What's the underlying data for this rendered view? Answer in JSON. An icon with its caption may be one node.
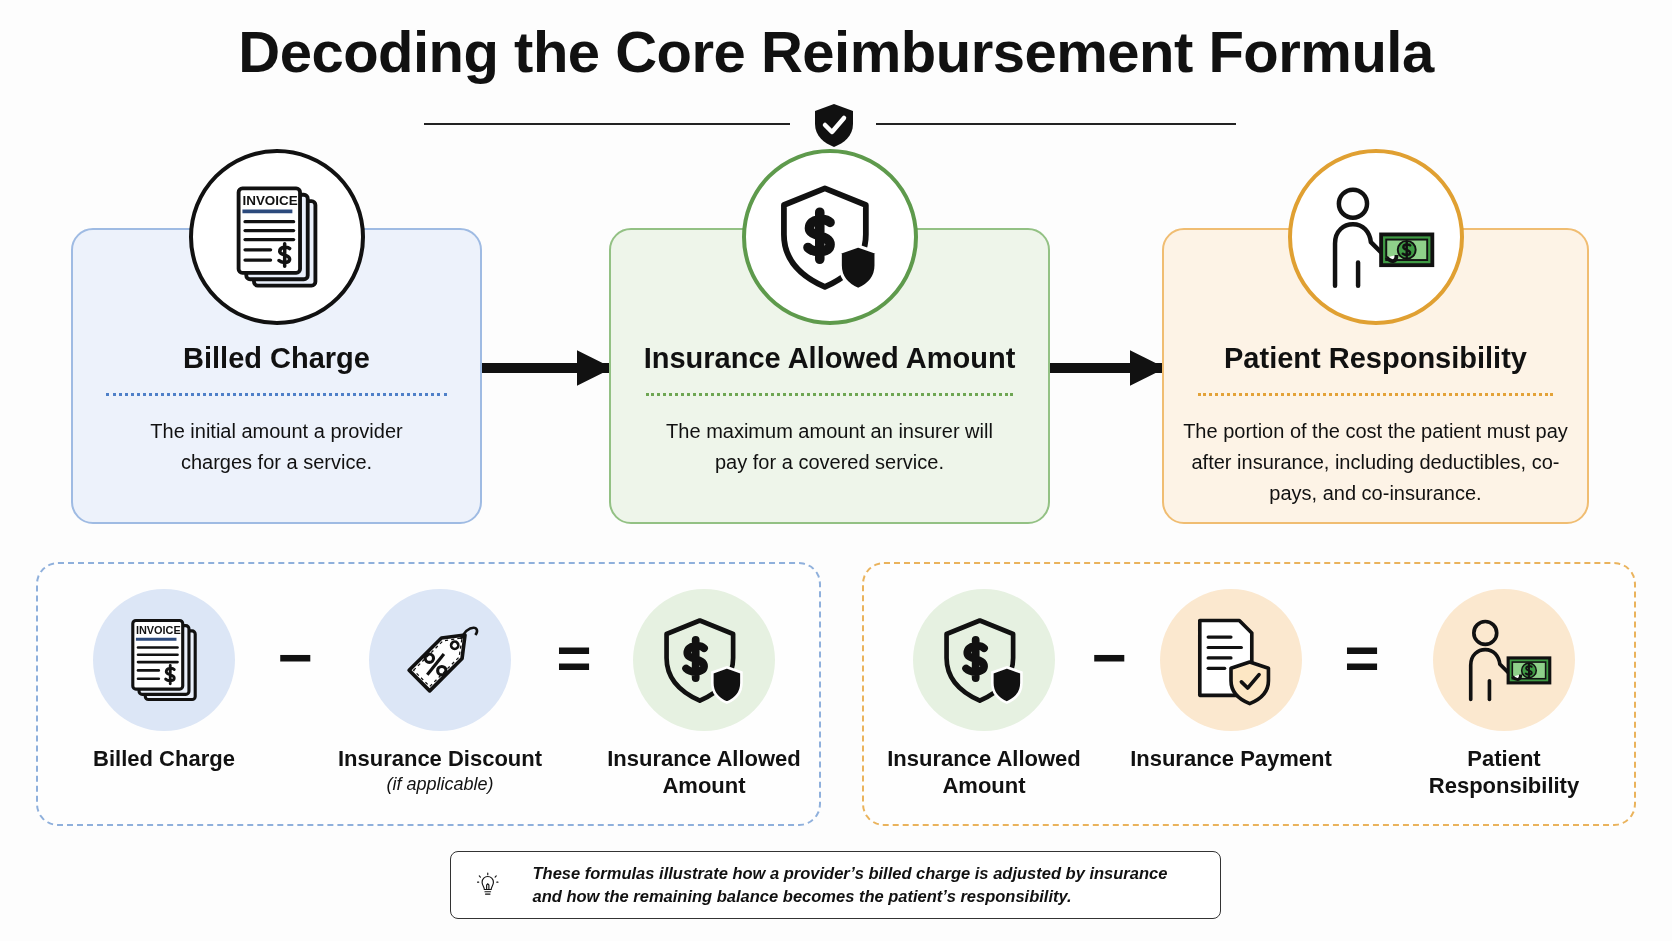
{
  "diagram": {
    "title": "Decoding the Core Reimbursement Formula",
    "nodes": [
      {
        "text": [
          "Billed Charge",
          "The initial amount a provider charges for a service."
        ]
      },
      {
        "text": [
          "Insurance Allowed Amount",
          "The maximum amount an insurer will pay for a covered service."
        ]
      },
      {
        "text": [
          "Patient Responsibility",
          "The portion of the cost the patient must pay after insurance, including deductibles, co-pays, and co-insurance."
        ]
      },
      {
        "text": [],
        "shape": "box"
      },
      {
        "text": [
          "Billed Charge"
        ],
        "in": 3
      },
      {
        "text": [
          "Insurance Discount",
          "(if applicable)"
        ],
        "in": 3
      },
      {
        "text": [
          "Insurance Allowed Amount"
        ],
        "in": 3
      },
      {
        "text": [],
        "shape": "box"
      },
      {
        "text": [
          "Insurance Allowed Amount"
        ],
        "in": 7
      },
      {
        "text": [
          "Insurance Payment"
        ],
        "in": 7
      },
      {
        "text": [
          "Patient Responsibility"
        ],
        "in": 7
      },
      {
        "text": [
          "These formulas illustrate how a provider’s billed charge is adjusted by insurance and how the remaining balance becomes the patient’s responsibility."
        ]
      }
    ],
    "edges": [
      {
        "from": 0,
        "to": 1,
        "arrow": "to"
      },
      {
        "from": 1,
        "to": 2,
        "arrow": "to"
      }
    ],
    "labels": [
      "INVOICE",
      "INVOICE",
      "−",
      "=",
      "−",
      "="
    ]
  }
}
